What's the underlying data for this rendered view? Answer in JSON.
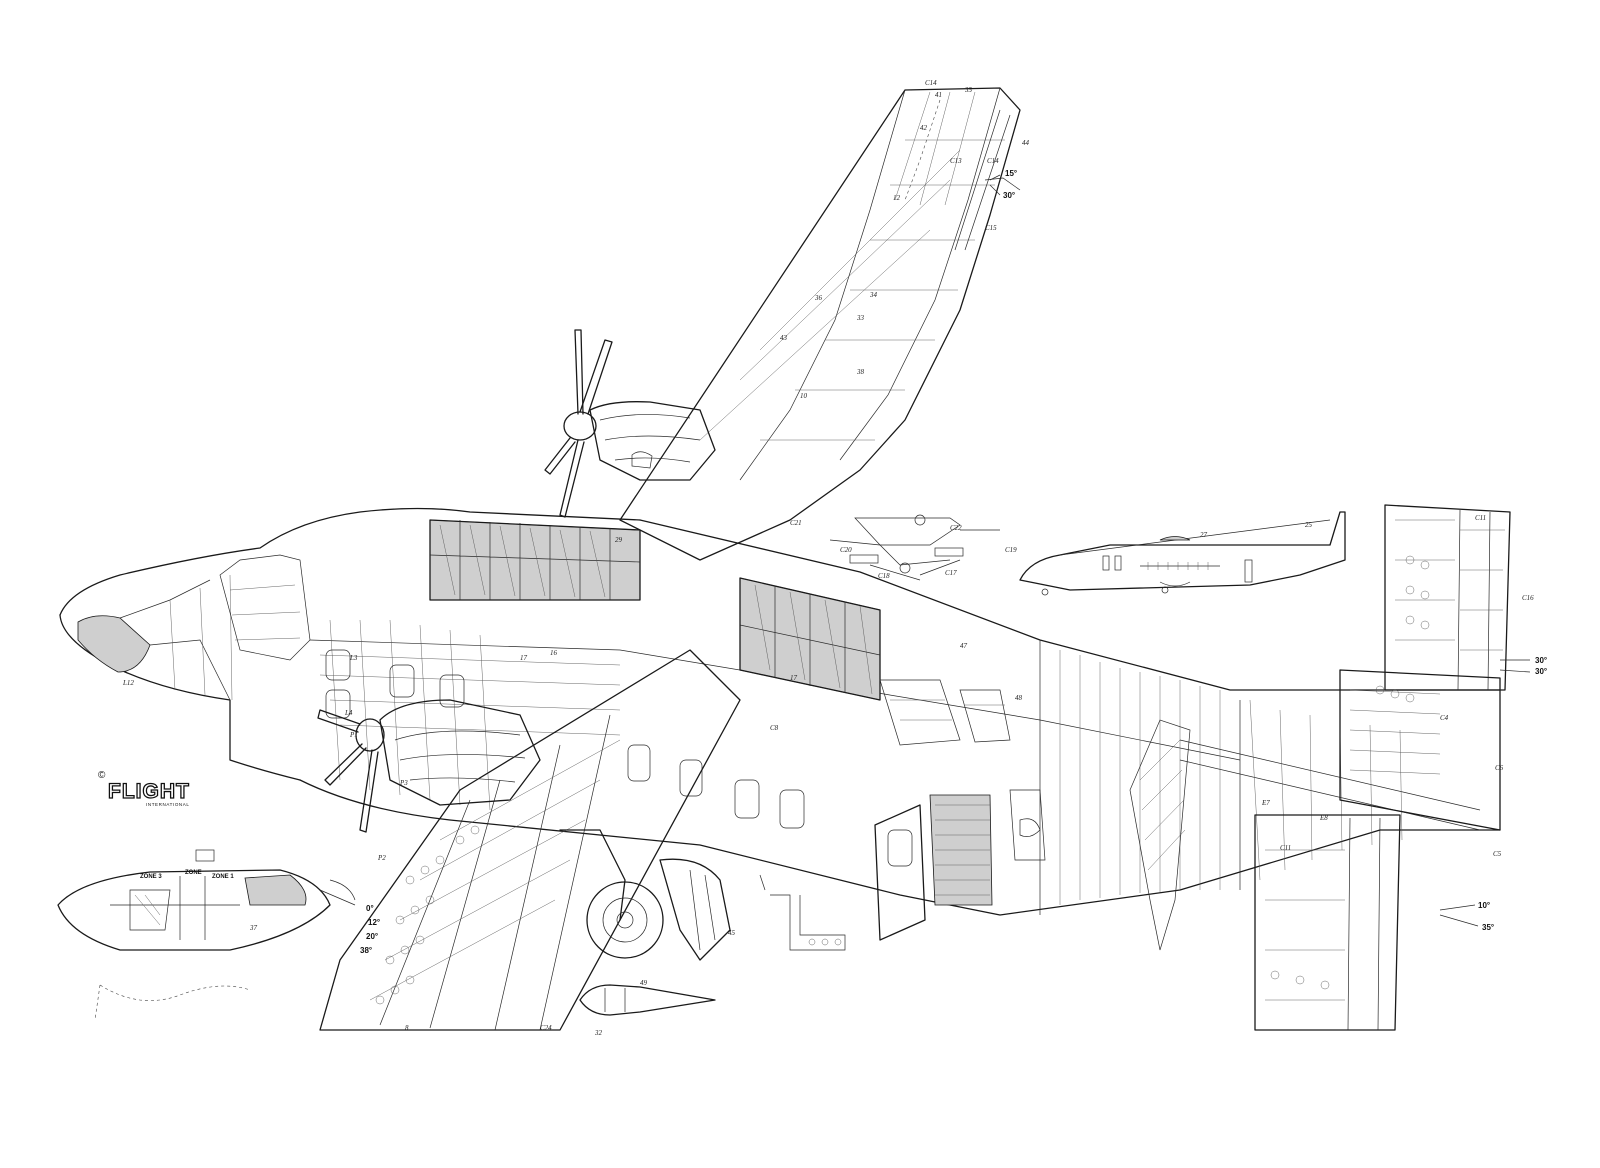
{
  "publisher": {
    "copyright_symbol": "©",
    "logo_text": "FLIGHT",
    "logo_subtext": "INTERNATIONAL"
  },
  "angle_labels": [
    {
      "key": "aileron_15",
      "text": "15°"
    },
    {
      "key": "aileron_30",
      "text": "30°"
    },
    {
      "key": "elevator_30a",
      "text": "30°"
    },
    {
      "key": "elevator_30b",
      "text": "30°"
    },
    {
      "key": "rudder_10",
      "text": "10°"
    },
    {
      "key": "rudder_35",
      "text": "35°"
    },
    {
      "key": "flap_0",
      "text": "0°"
    },
    {
      "key": "flap_12",
      "text": "12°"
    },
    {
      "key": "flap_20",
      "text": "20°"
    },
    {
      "key": "flap_38",
      "text": "38°"
    }
  ],
  "zone_labels": [
    {
      "key": "zone3",
      "text": "ZONE 3"
    },
    {
      "key": "zone2",
      "text": "ZONE"
    },
    {
      "key": "zone1",
      "text": "ZONE 1"
    }
  ],
  "callouts": [
    {
      "key": "c_wing_tip",
      "text": "C14"
    },
    {
      "key": "c_41",
      "text": "41"
    },
    {
      "key": "c_35",
      "text": "35"
    },
    {
      "key": "c_44",
      "text": "44"
    },
    {
      "key": "c_42",
      "text": "42"
    },
    {
      "key": "c_c13",
      "text": "C13"
    },
    {
      "key": "c_c14b",
      "text": "C14"
    },
    {
      "key": "c_12",
      "text": "12"
    },
    {
      "key": "c_c15",
      "text": "C15"
    },
    {
      "key": "c_33",
      "text": "33"
    },
    {
      "key": "c_34",
      "text": "34"
    },
    {
      "key": "c_43",
      "text": "43"
    },
    {
      "key": "c_36",
      "text": "36"
    },
    {
      "key": "c_10",
      "text": "10"
    },
    {
      "key": "c_38",
      "text": "38"
    },
    {
      "key": "c_c22",
      "text": "C22"
    },
    {
      "key": "c_c20",
      "text": "C20"
    },
    {
      "key": "c_c19",
      "text": "C19"
    },
    {
      "key": "c_c18",
      "text": "C18"
    },
    {
      "key": "c_c17",
      "text": "C17"
    },
    {
      "key": "c_c21",
      "text": "C21"
    },
    {
      "key": "c_27",
      "text": "27"
    },
    {
      "key": "c_25",
      "text": "25"
    },
    {
      "key": "c_29",
      "text": "29"
    },
    {
      "key": "c_16",
      "text": "16"
    },
    {
      "key": "c_17",
      "text": "17"
    },
    {
      "key": "c_17b",
      "text": "17"
    },
    {
      "key": "c_l12",
      "text": "L12"
    },
    {
      "key": "c_l3",
      "text": "L3"
    },
    {
      "key": "c_l4",
      "text": "L4"
    },
    {
      "key": "c_p1",
      "text": "P1"
    },
    {
      "key": "c_p2",
      "text": "P2"
    },
    {
      "key": "c_p3",
      "text": "P3"
    },
    {
      "key": "c_49",
      "text": "49"
    },
    {
      "key": "c_45",
      "text": "45"
    },
    {
      "key": "c_47",
      "text": "47"
    },
    {
      "key": "c_48",
      "text": "48"
    },
    {
      "key": "c_37",
      "text": "37"
    },
    {
      "key": "c_32",
      "text": "32"
    },
    {
      "key": "c_c24",
      "text": "C24"
    },
    {
      "key": "c_8",
      "text": "8"
    },
    {
      "key": "c_c11",
      "text": "C11"
    },
    {
      "key": "c_c16",
      "text": "C16"
    },
    {
      "key": "c_c6",
      "text": "C6"
    },
    {
      "key": "c_c5",
      "text": "C5"
    },
    {
      "key": "c_c8",
      "text": "C8"
    },
    {
      "key": "c_e7",
      "text": "E7"
    },
    {
      "key": "c_e8",
      "text": "E8"
    },
    {
      "key": "c_c4",
      "text": "C4"
    },
    {
      "key": "c_c11b",
      "text": "C11"
    }
  ]
}
